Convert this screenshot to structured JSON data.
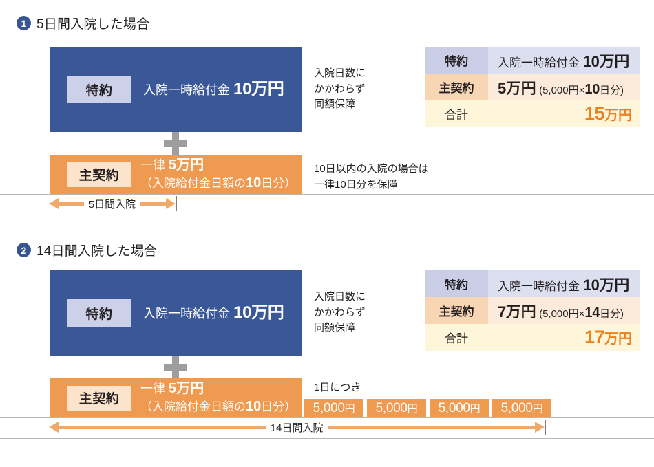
{
  "sections": [
    {
      "number": "1",
      "title": "5日間入院した場合",
      "rider_bar": {
        "chip": "特約",
        "text_prefix": "入院一時給付金 ",
        "text_amount": "10万円"
      },
      "plus_icon": "plus-icon",
      "main_bar": {
        "chip": "主契約",
        "line1_prefix": "一律 ",
        "line1_amount": "5万円",
        "line2_prefix": "（入院給付金日額の",
        "line2_amount": "10",
        "line2_suffix": "日分）"
      },
      "note_top": "入院日数に\nかかわらず\n同額保障",
      "note_bottom": "10日以内の入院の場合は\n一律10日分を保障",
      "table": {
        "rider": {
          "label": "特約",
          "value_prefix": "入院一時給付金 ",
          "value_amount": "10万円"
        },
        "main": {
          "label": "主契約",
          "value_amount": "5万円",
          "value_detail_prefix": "(5,000円×",
          "value_detail_amount": "10",
          "value_detail_suffix": "日分)"
        },
        "total": {
          "label": "合計",
          "amount": "15",
          "unit": "万円"
        }
      },
      "duration_arrow": {
        "label": "5日間入院"
      },
      "day_boxes_caption": "",
      "day_boxes": []
    },
    {
      "number": "2",
      "title": "14日間入院した場合",
      "rider_bar": {
        "chip": "特約",
        "text_prefix": "入院一時給付金 ",
        "text_amount": "10万円"
      },
      "plus_icon": "plus-icon",
      "main_bar": {
        "chip": "主契約",
        "line1_prefix": "一律 ",
        "line1_amount": "5万円",
        "line2_prefix": "（入院給付金日額の",
        "line2_amount": "10",
        "line2_suffix": "日分）"
      },
      "note_top": "入院日数に\nかかわらず\n同額保障",
      "note_bottom": "1日につき",
      "table": {
        "rider": {
          "label": "特約",
          "value_prefix": "入院一時給付金 ",
          "value_amount": "10万円"
        },
        "main": {
          "label": "主契約",
          "value_amount": "7万円",
          "value_detail_prefix": "(5,000円×",
          "value_detail_amount": "14",
          "value_detail_suffix": "日分)"
        },
        "total": {
          "label": "合計",
          "amount": "17",
          "unit": "万円"
        }
      },
      "duration_arrow": {
        "label": "14日間入院"
      },
      "day_boxes_caption": "1日につき",
      "day_boxes": [
        "5,000",
        "5,000",
        "5,000",
        "5,000"
      ],
      "day_box_unit": "円"
    }
  ],
  "colors": {
    "rider_bar": "#3a5897",
    "main_bar": "#ef9a51",
    "rider_chip": "#ccd0e8",
    "main_chip": "#fbe3cc",
    "total_accent": "#ef7f1a",
    "badge": "#39558f",
    "plus": "#9e9e9e",
    "arrow": "#f0a96a"
  }
}
